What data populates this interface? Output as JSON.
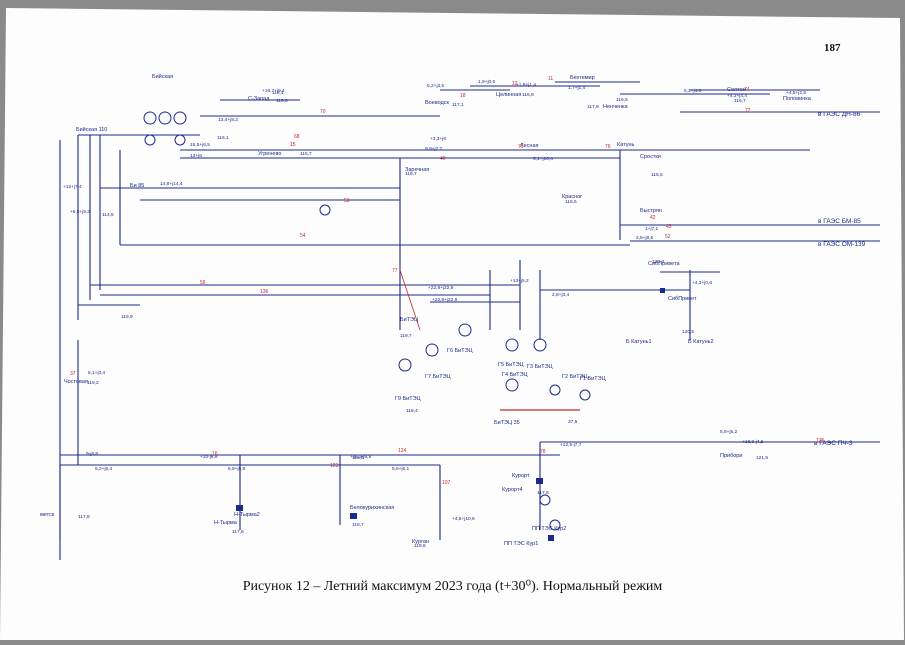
{
  "page_number": "187",
  "caption": "Рисунок 12 – Летний максимум 2023 года (t+30⁰). Нормальный режим",
  "colors": {
    "line": "#1b2a8c",
    "label": "#1b2a8c",
    "red": "#c0282a",
    "paper": "#fdfdfd"
  },
  "substations": [
    {
      "id": "biysk110",
      "label": "Бийская 110"
    },
    {
      "id": "biyskaya",
      "label": "Бийская"
    },
    {
      "id": "szapad",
      "label": "С-Запад"
    },
    {
      "id": "ugrenevo",
      "label": "Угренево"
    },
    {
      "id": "voevodsk",
      "label": "Воеводск"
    },
    {
      "id": "tselinnaya",
      "label": "Целинная"
    },
    {
      "id": "bekhtemir",
      "label": "Бехтемир"
    },
    {
      "id": "nenchenka",
      "label": "Ненченка"
    },
    {
      "id": "sogon",
      "label": "Солтон"
    },
    {
      "id": "polovinka",
      "label": "Половинка"
    },
    {
      "id": "lesnaya",
      "label": "Лесная"
    },
    {
      "id": "katun",
      "label": "Катунь"
    },
    {
      "id": "zarechnaya",
      "label": "Заречная"
    },
    {
      "id": "srostki",
      "label": "Сростки"
    },
    {
      "id": "krasnog",
      "label": "Красног"
    },
    {
      "id": "bystryan",
      "label": "Быстрян"
    },
    {
      "id": "bi85",
      "label": "Би 85"
    },
    {
      "id": "sibprivet1",
      "label": "СибПривета"
    },
    {
      "id": "sibprivet2",
      "label": "СибПривет"
    },
    {
      "id": "bkatun1",
      "label": "Б Катунь1"
    },
    {
      "id": "bkatun2",
      "label": "Б Катунь2"
    },
    {
      "id": "bitetz",
      "label": "БиТЭЦ"
    },
    {
      "id": "bitetz35",
      "label": "БиТЭЦ 35"
    },
    {
      "id": "chostovaya",
      "label": "Чостовая"
    },
    {
      "id": "metsk",
      "label": "метск"
    },
    {
      "id": "ntyrma",
      "label": "Н-Тырма"
    },
    {
      "id": "ntyrma2",
      "label": "Н-Тырма2"
    },
    {
      "id": "belokur",
      "label": "Белокурихинская"
    },
    {
      "id": "kurgan",
      "label": "Курган"
    },
    {
      "id": "kurort",
      "label": "Курорт"
    },
    {
      "id": "kurort4",
      "label": "Курорт4"
    },
    {
      "id": "pribor",
      "label": "Прибори"
    },
    {
      "id": "pptets1",
      "label": "ПП ТЭС Кур1"
    },
    {
      "id": "pptets2",
      "label": "ПП ТЭС Кур2"
    },
    {
      "id": "g9",
      "label": "Г9 БиТЭЦ"
    },
    {
      "id": "g7",
      "label": "Г7 БиТЭЦ"
    },
    {
      "id": "g6",
      "label": "Г6 БиТЭЦ"
    },
    {
      "id": "g5",
      "label": "Г5 БиТЭЦ"
    },
    {
      "id": "g4",
      "label": "Г4 БиТЭЦ"
    },
    {
      "id": "g3",
      "label": "Г3 БиТЭЦ"
    },
    {
      "id": "g2",
      "label": "Г2 БиТЭЦ"
    },
    {
      "id": "g1",
      "label": "Г1 БиТЭЦ"
    }
  ],
  "exits": [
    {
      "id": "gaes_dn",
      "label": "в ГАЭС ДН-86"
    },
    {
      "id": "gaes_bm",
      "label": "в ГАЭС БМ-85"
    },
    {
      "id": "gaes_om",
      "label": "в ГАЭС ОМ-139"
    },
    {
      "id": "gaes_pch",
      "label": "в ГАЭС ПЧ-3"
    }
  ],
  "flows": [
    "5,2+j3,5",
    "1,9+j0,5",
    "+1,8+j1,4",
    "1,7+j1,4",
    "5,1+j4,8",
    "+4,3+j4,4",
    "+4,5+j2,5",
    "+16,7+j9,4",
    "13,4+j8,2",
    "15,5+j6,5",
    "13+j6",
    "+3,3+j6",
    "9,9+j2,7",
    "5,1+j10,4",
    "+12+j7,4",
    "+6,5+j5,3",
    "2,5+j8,6",
    "1+j7,1",
    "+22,8+j22,9",
    "+22,8+j22,9",
    "2,8+j3,4",
    "+13+j5,2",
    "+4,3+j0,6",
    "+10-j8,9",
    "6,9+j6,8",
    "+11,3-j8,9",
    "5,6+j6,1",
    "+12,5-j7,7",
    "+18,9-j4,5",
    "5,8+j5,2",
    "9-j8,8",
    "6,2+j6,4",
    "5,1+j3,4",
    "+4,5+j10,6",
    "14,8+j14,4"
  ],
  "voltages": [
    "118,1",
    "119,6",
    "117,1",
    "116,9",
    "117,9",
    "116,5",
    "116,7",
    "116,1",
    "115,7",
    "118,7",
    "116,5",
    "120,3",
    "114,6",
    "115,5",
    "119,9",
    "119,7",
    "118,4",
    "120,5",
    "118,5",
    "117,5",
    "117,8",
    "117,6",
    "118,7",
    "118,6",
    "121,5",
    "119,2",
    "37,5"
  ],
  "line_numbers": [
    "70",
    "18",
    "12",
    "11",
    "74",
    "15",
    "72",
    "68",
    "40",
    "75",
    "76",
    "43",
    "42",
    "53",
    "52",
    "54",
    "77",
    "56",
    "136",
    "37",
    "16",
    "125",
    "124",
    "123",
    "78",
    "107"
  ]
}
